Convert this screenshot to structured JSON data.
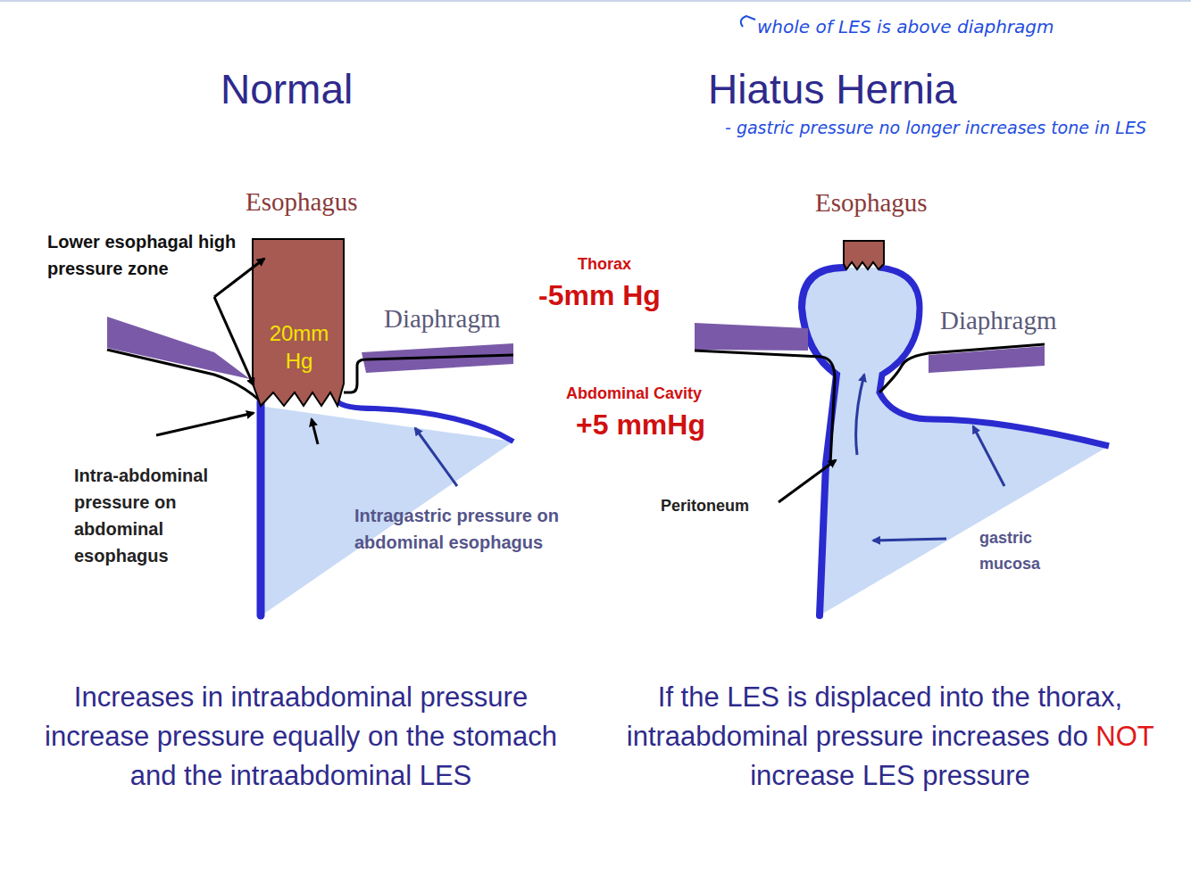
{
  "diagram": {
    "labels": [
      "Normal",
      "Hiatus Hernia",
      "whole of LES is above diaphragm",
      "- gastric pressure no longer increases tone in LES",
      "Esophagus",
      "Lower esophagal high pressure zone",
      "20mm Hg",
      "Diaphragm",
      "Thorax",
      "-5mm Hg",
      "Abdominal Cavity",
      "+5 mmHg",
      "Esophagus",
      "Diaphragm",
      "Intra-abdominal pressure on abdominal esophagus",
      "Intragastric pressure on abdominal esophagus",
      "Peritoneum",
      "gastric mucosa",
      "Increases in intraabdominal pressure increase pressure equally on the stomach and the intraabdominal LES",
      "If the LES is displaced into the thorax, intraabdominal pressure increases do",
      "NOT",
      "increase LES pressure"
    ]
  }
}
